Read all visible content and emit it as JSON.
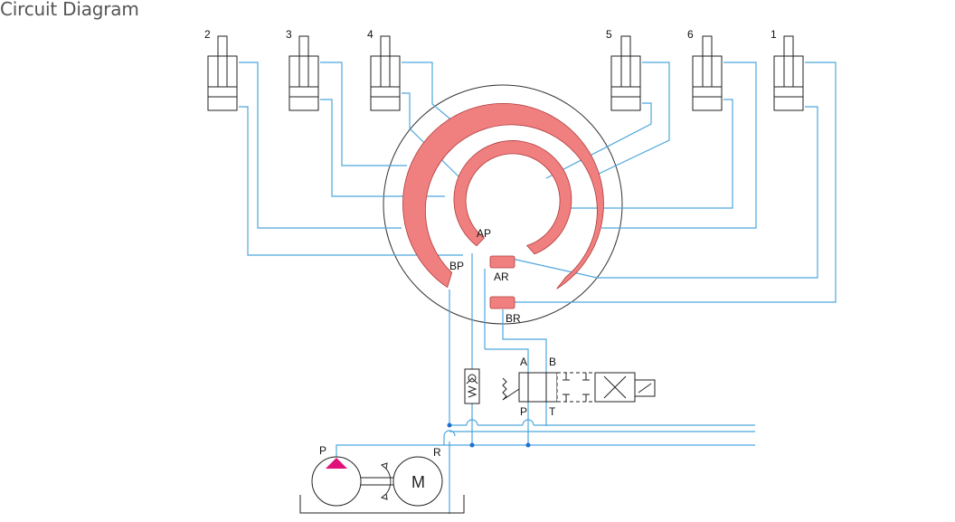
{
  "title": "Circuit Diagram",
  "cylinders": [
    {
      "id": "2",
      "label": "2"
    },
    {
      "id": "3",
      "label": "3"
    },
    {
      "id": "4",
      "label": "4"
    },
    {
      "id": "5",
      "label": "5"
    },
    {
      "id": "6",
      "label": "6"
    },
    {
      "id": "1",
      "label": "1"
    }
  ],
  "ports": {
    "ap": "AP",
    "bp": "BP",
    "ar": "AR",
    "br": "BR"
  },
  "valve": {
    "a": "A",
    "b": "B",
    "p": "P",
    "t": "T"
  },
  "pump": {
    "p": "P",
    "r": "R",
    "motor": "M"
  },
  "colors": {
    "line": "#4da6dd",
    "arc": "#f08080",
    "arc_stroke": "#b03a3a",
    "pump_marker": "#e0117a",
    "junction": "#1f6fd0"
  }
}
